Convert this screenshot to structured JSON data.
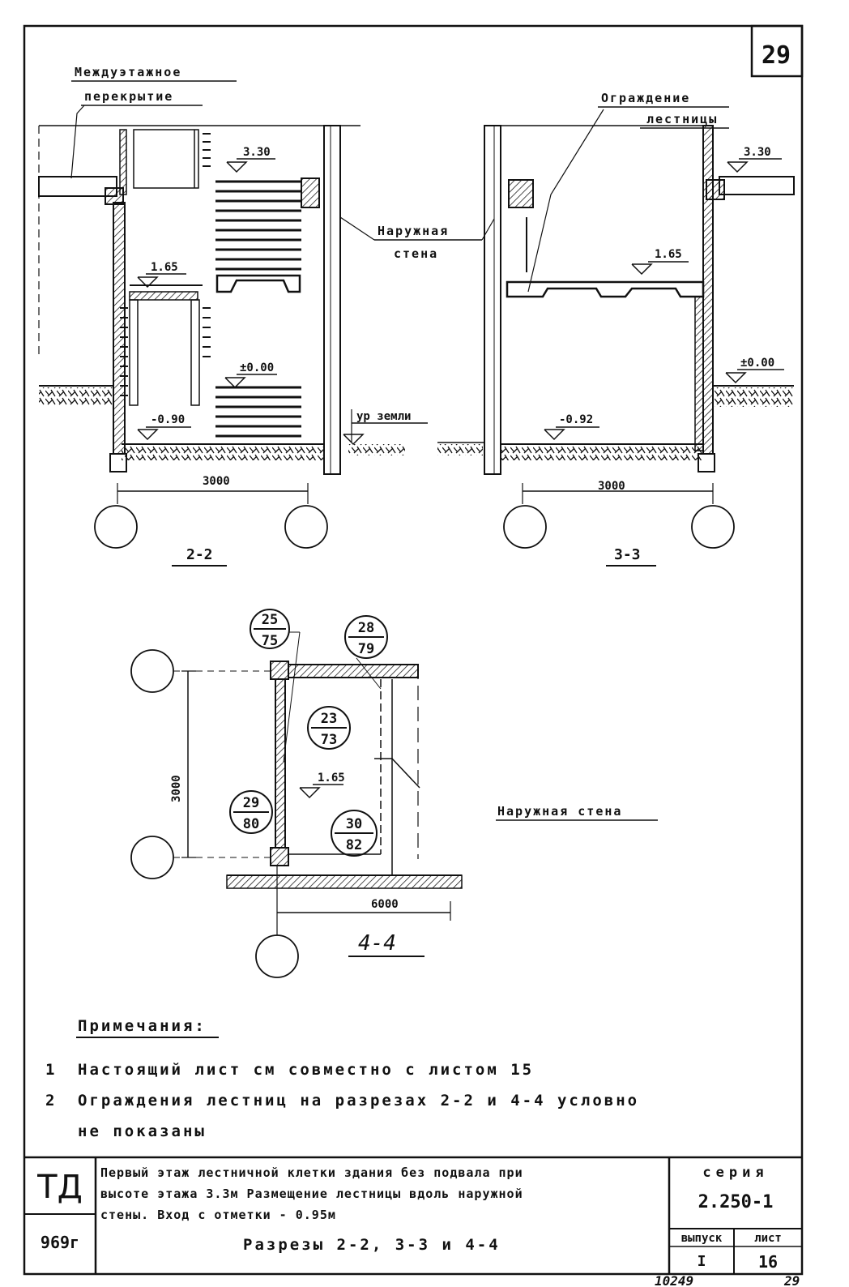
{
  "sheet_number": "29",
  "section_2_2": {
    "label_floor": [
      "Междуэтажное",
      "перекрытие"
    ],
    "label_outer_wall": [
      "Наружная",
      "стена"
    ],
    "mark_top": "3.30",
    "mark_mid": "1.65",
    "mark_zero": "±0.00",
    "mark_bottom": "-0.90",
    "ground_label": "ур земли",
    "dimension": "3000",
    "title": "2-2"
  },
  "section_3_3": {
    "label_railing": [
      "Ограждение",
      "лестницы"
    ],
    "mark_top": "3.30",
    "mark_mid": "1.65",
    "mark_zero": "±0.00",
    "mark_bottom": "-0.92",
    "dimension": "3000",
    "title": "3-3"
  },
  "section_4_4": {
    "refs": [
      {
        "top": "25",
        "bottom": "75"
      },
      {
        "top": "28",
        "bottom": "79"
      },
      {
        "top": "23",
        "bottom": "73"
      },
      {
        "top": "29",
        "bottom": "80"
      },
      {
        "top": "30",
        "bottom": "82"
      }
    ],
    "mark": "1.65",
    "dimension_v": "3000",
    "dimension_h": "6000",
    "title": "4-4",
    "outer_wall_label": "Наружная стена"
  },
  "notes": {
    "heading": "Примечания:",
    "items": [
      {
        "num": "1",
        "text": "Настоящий лист см совместно с листом 15"
      },
      {
        "num": "2",
        "text": "Ограждения лестниц на разрезах 2-2 и 4-4 условно"
      },
      {
        "num": "",
        "text": "не показаны"
      }
    ]
  },
  "title_block": {
    "code_top": "ТД",
    "code_bottom": "969г",
    "description": [
      "Первый этаж лестничной клетки здания без подвала при",
      "высоте этажа 3.3м Размещение лестницы вдоль наружной",
      "стены. Вход с отметки - 0.95м",
      "Разрезы 2-2, 3-3 и 4-4"
    ],
    "series_label": "серия",
    "series_value": "2.250-1",
    "issue_label": "выпуск",
    "issue_value": "I",
    "sheet_label": "лист",
    "sheet_value": "16"
  },
  "footer": {
    "doc_number": "10249",
    "page": "29"
  }
}
